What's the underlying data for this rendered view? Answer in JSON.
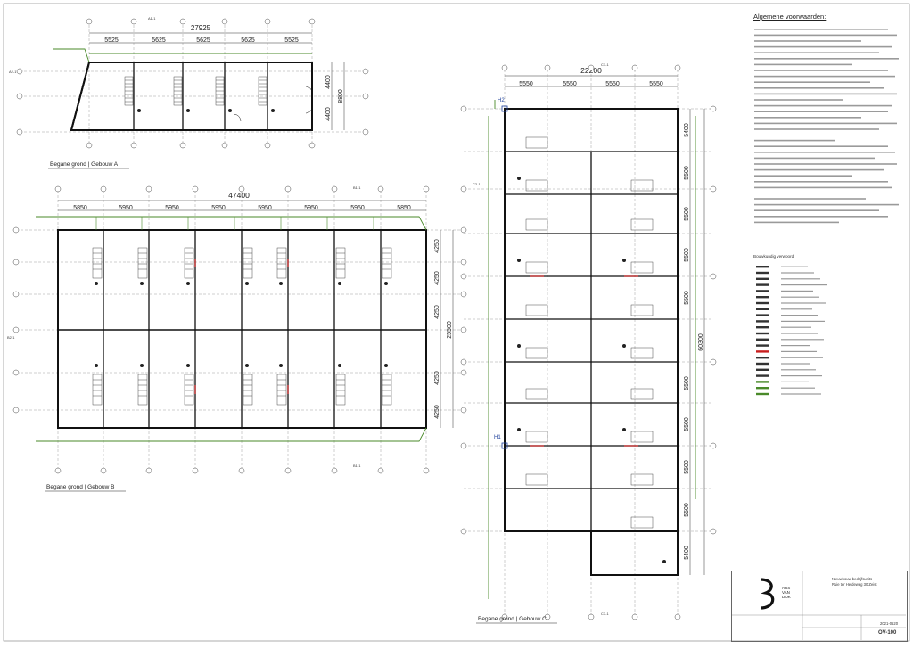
{
  "sheet": {
    "colors": {
      "line": "#1a1a1a",
      "grid": "#555555",
      "sewer": "#4a8a2a",
      "accent": "#c81e1e",
      "dim": "#333333"
    }
  },
  "building_a": {
    "caption": "Begane grond | Gebouw A",
    "overall_dim": "27925",
    "bay_dims": [
      "5525",
      "5625",
      "5625",
      "5625",
      "5525"
    ],
    "side_dims": [
      "4400",
      "4400"
    ],
    "side_total": "8800",
    "grid_labels": [
      "A1-1",
      "A2-1"
    ]
  },
  "building_b": {
    "caption": "Begane grond | Gebouw B",
    "overall_dim": "47400",
    "bay_dims": [
      "5850",
      "5950",
      "5950",
      "5950",
      "5950",
      "5950",
      "5950",
      "5850"
    ],
    "side_dims": [
      "4250",
      "4250",
      "4250",
      "4250",
      "4250"
    ],
    "side_total": "25500",
    "grid_labels": [
      "B1-1",
      "B2-1",
      "B1-1"
    ]
  },
  "building_c": {
    "caption": "Begane grond | Gebouw C",
    "overall_dim": "22200",
    "bay_dims": [
      "5550",
      "5550",
      "5550",
      "5550"
    ],
    "side_dims": [
      "5400",
      "5500",
      "5500",
      "5500",
      "5500",
      "5500",
      "5500",
      "5500",
      "5500",
      "5400"
    ],
    "side_total": "60300",
    "markers": [
      "H2",
      "H1"
    ],
    "grid_labels": [
      "C1-1",
      "C2-1",
      "C3-1"
    ]
  },
  "notes": {
    "title": "Algemene voorwaarden:"
  },
  "legend": {
    "title": "Bouwkundig verwoord"
  },
  "title_block": {
    "project": "Nieuwbouw bedrijfsunits",
    "address": "Ruie ter Heideweg 30 Zeist",
    "sheet_no": "OV-100",
    "date": "2021-0520",
    "firm_letters": [
      "ARS",
      "VAN",
      "DIJK"
    ]
  }
}
